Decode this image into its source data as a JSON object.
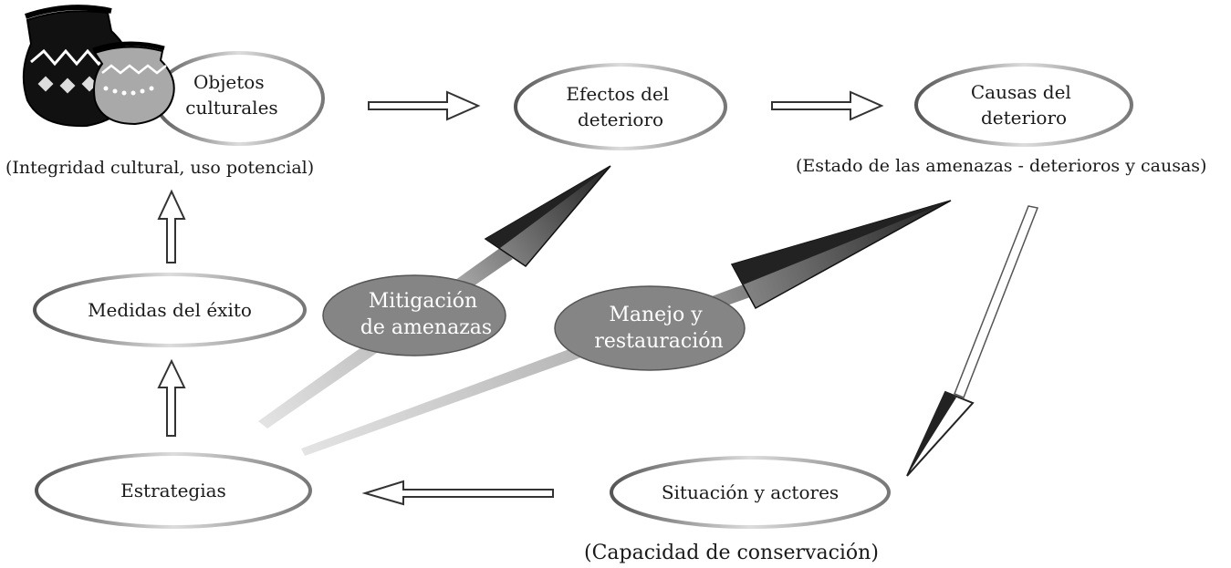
{
  "diagram": {
    "nodes": {
      "objetos": [
        "Objetos",
        "culturales"
      ],
      "efectos": [
        "Efectos del",
        "deterioro"
      ],
      "causas": [
        "Causas del",
        "deterioro"
      ],
      "medidas": [
        "Medidas del éxito"
      ],
      "estrategias": [
        "Estrategias"
      ],
      "situacion": [
        "Situación y actores"
      ]
    },
    "captions": {
      "objetos": "(Integridad cultural, uso potencial)",
      "causas": "(Estado de las amenazas - deterioros y causas)",
      "situacion": "(Capacidad de conservación)"
    },
    "bands": {
      "mitigacion": [
        "Mitigación",
        "de amenazas"
      ],
      "manejo": [
        "Manejo y",
        "restauración"
      ]
    }
  }
}
